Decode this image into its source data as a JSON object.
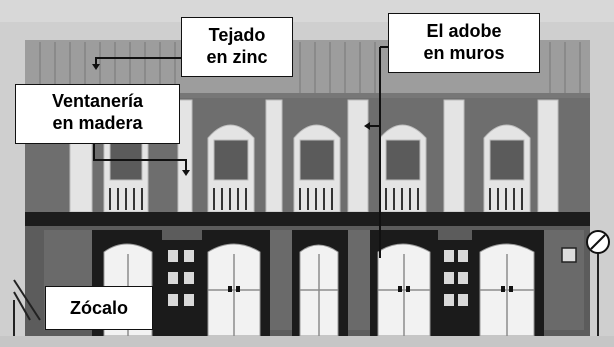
{
  "callouts": {
    "tejado": {
      "line1": "Tejado",
      "line2": "en zinc"
    },
    "adobe": {
      "line1": "El adobe",
      "line2": "en muros"
    },
    "ventaneria": {
      "line1": "Ventanería",
      "line2": "en madera"
    },
    "zocalo": {
      "line1": "Zócalo"
    }
  },
  "colors": {
    "roof": "#9a9a9a",
    "upper_wall": "#6d6d6d",
    "lower_wall": "#5a5a5a",
    "window_frame": "#e6e6e6",
    "door": "#f0f0f0",
    "dark_band": "#1a1a1a",
    "background": "#c9c9c9"
  }
}
